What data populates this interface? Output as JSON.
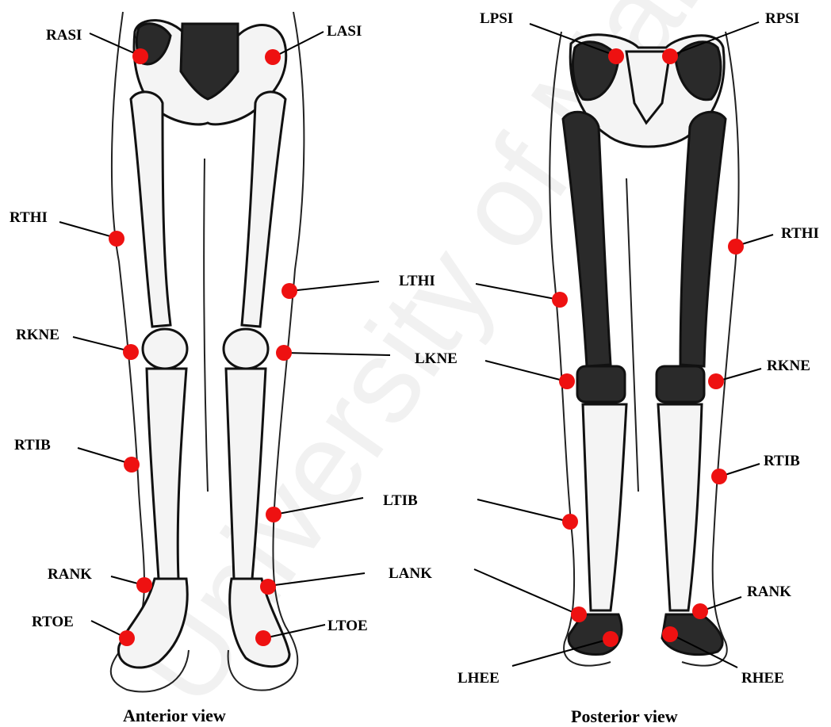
{
  "colors": {
    "marker": "#ee1111",
    "ink": "#000000",
    "watermark": "#d8d8d8"
  },
  "watermark": "University of Malaya",
  "views": {
    "anterior": {
      "caption": "Anterior view",
      "markers": {
        "rasi": "RASI",
        "lasi": "LASI",
        "rthi": "RTHI",
        "lthi": "LTHI",
        "rkne": "RKNE",
        "lkne": "LKNE",
        "rtib": "RTIB",
        "ltib": "LTIB",
        "rank": "RANK",
        "lank": "LANK",
        "rtoe": "RTOE",
        "ltoe": "LTOE"
      }
    },
    "posterior": {
      "caption": "Posterior view",
      "markers": {
        "lpsi": "LPSI",
        "rpsi": "RPSI",
        "rthi": "RTHI",
        "lthi": "LTHI",
        "rkne": "RKNE",
        "lkne": "LKNE",
        "rtib": "RTIB",
        "ltib": "LTIB",
        "rank": "RANK",
        "lank": "LANK",
        "lhee": "LHEE",
        "rhee": "RHEE"
      }
    }
  }
}
